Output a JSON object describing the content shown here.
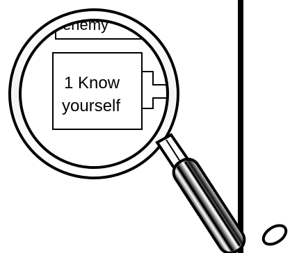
{
  "illustration": {
    "top_box_text": "enemy",
    "main_box_text_line1": "1 Know",
    "main_box_text_line2": "yourself",
    "tool_icon": "magnifying-glass-icon"
  }
}
